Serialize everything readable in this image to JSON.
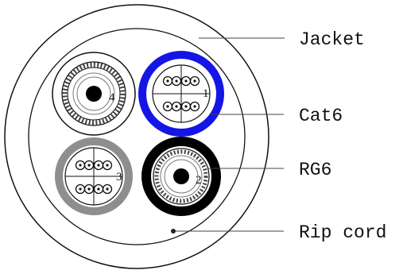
{
  "labels": {
    "jacket": "Jacket",
    "cat6": "Cat6",
    "rg6": "RG6",
    "rip_cord": "Rip cord"
  },
  "element_numbers": {
    "coax_left": "4",
    "cat6_right": "1",
    "cat6_left": "3",
    "coax_right": "2"
  },
  "colors": {
    "line": "#111111",
    "cat6_right_sheath": "#1515e6",
    "cat6_left_sheath": "#8e8e8e",
    "coax_right_sheath": "#000000",
    "coax_left_sheath": "#ffffff"
  }
}
